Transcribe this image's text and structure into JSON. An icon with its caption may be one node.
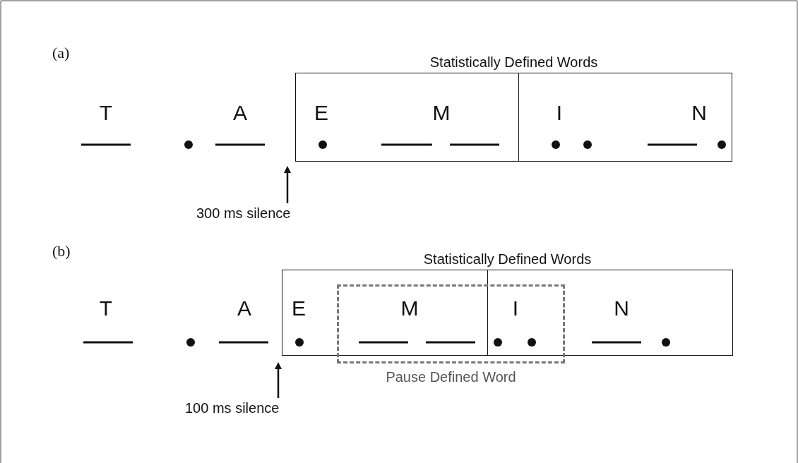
{
  "diagram": {
    "nodes": [
      {
        "text": [
          "Statistically Defined Words"
        ]
      },
      {
        "text": [
          "300 ms silence"
        ]
      },
      {
        "text": [
          "Statistically Defined Words"
        ]
      },
      {
        "text": [
          "Pause Defined Word"
        ]
      },
      {
        "text": [
          "100 ms silence"
        ]
      }
    ],
    "edges": [
      {
        "from": 1,
        "to": 0,
        "arrow": "to"
      },
      {
        "from": 4,
        "to": 2,
        "arrow": "to"
      }
    ],
    "labels": [
      "(a)",
      "T",
      "A",
      "E",
      "M",
      "I",
      "N",
      "(b)",
      "T",
      "A",
      "E",
      "M",
      "I",
      "N"
    ]
  }
}
